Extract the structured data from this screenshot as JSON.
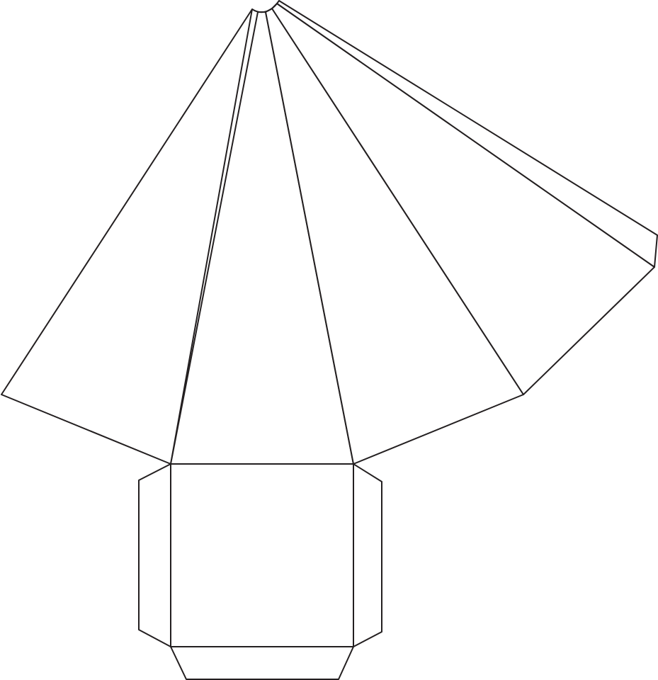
{
  "diagram": {
    "kind": "pyramid net template",
    "base_shape": "square",
    "triangular_faces": 4,
    "glue_flaps": 4,
    "line_color": "#231f20",
    "background_color": "#ffffff",
    "text": []
  }
}
